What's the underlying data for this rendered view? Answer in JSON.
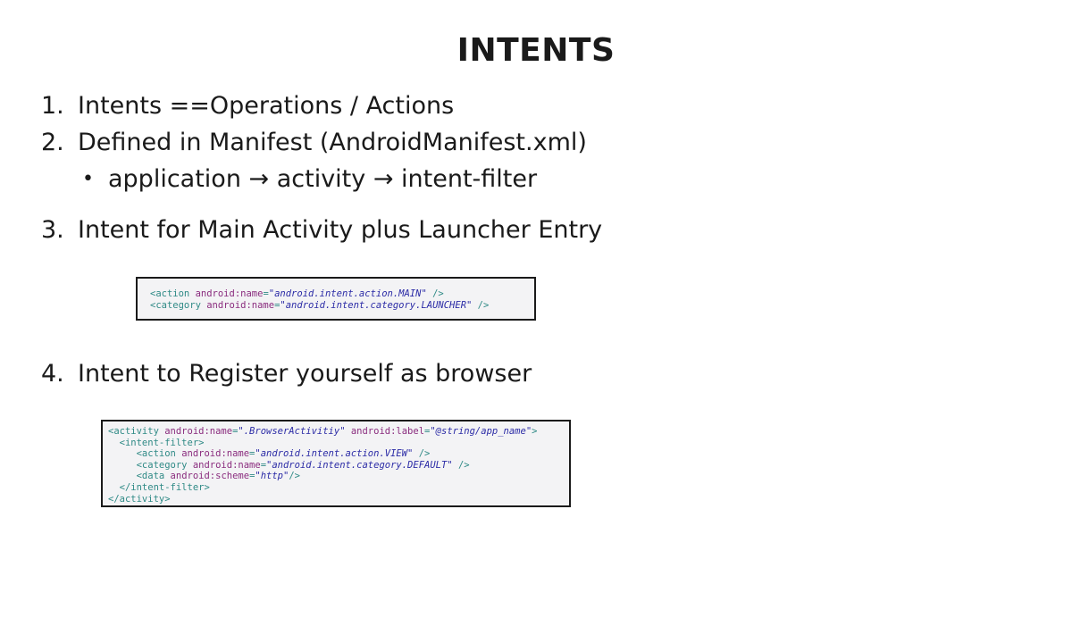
{
  "title": "INTENTS",
  "items": [
    {
      "num": "1.",
      "text": "Intents ==Operations / Actions"
    },
    {
      "num": "2.",
      "text": "Defined in Manifest (AndroidManifest.xml)"
    },
    {
      "num": "3.",
      "text": "Intent for Main Activity plus Launcher Entry"
    },
    {
      "num": "4.",
      "text": "Intent to Register yourself as browser"
    }
  ],
  "subitem": {
    "bullet": "•",
    "text": "application → activity → intent-filter"
  },
  "code_launcher": [
    [
      [
        "tag",
        "<action "
      ],
      [
        "attr",
        "android:name"
      ],
      [
        "tag",
        "="
      ],
      [
        "val",
        "\"android.intent.action.MAIN\""
      ],
      [
        "tag",
        " />"
      ]
    ],
    [
      [
        "tag",
        "<category "
      ],
      [
        "attr",
        "android:name"
      ],
      [
        "tag",
        "="
      ],
      [
        "val",
        "\"android.intent.category.LAUNCHER\""
      ],
      [
        "tag",
        " />"
      ]
    ]
  ],
  "code_browser": [
    [
      [
        "tag",
        "<activity "
      ],
      [
        "attr",
        "android:name"
      ],
      [
        "tag",
        "="
      ],
      [
        "val",
        "\".BrowserActivitiy\""
      ],
      [
        "tag",
        " "
      ],
      [
        "attr",
        "android:label"
      ],
      [
        "tag",
        "="
      ],
      [
        "val",
        "\"@string/app_name\""
      ],
      [
        "tag",
        ">"
      ]
    ],
    [
      [
        "tag",
        "  <intent-filter>"
      ]
    ],
    [
      [
        "tag",
        "     <action "
      ],
      [
        "attr",
        "android:name"
      ],
      [
        "tag",
        "="
      ],
      [
        "val",
        "\"android.intent.action.VIEW\""
      ],
      [
        "tag",
        " />"
      ]
    ],
    [
      [
        "tag",
        "     <category "
      ],
      [
        "attr",
        "android:name"
      ],
      [
        "tag",
        "="
      ],
      [
        "val",
        "\"android.intent.category.DEFAULT\""
      ],
      [
        "tag",
        " />"
      ]
    ],
    [
      [
        "tag",
        "     <data "
      ],
      [
        "attr",
        "android:scheme"
      ],
      [
        "tag",
        "="
      ],
      [
        "val",
        "\"http\""
      ],
      [
        "tag",
        "/>"
      ]
    ],
    [
      [
        "tag",
        "  </intent-filter>"
      ]
    ],
    [
      [
        "tag",
        "</activity>"
      ]
    ]
  ],
  "colors": {
    "tag": "#2f8a86",
    "attr": "#8a2c7e",
    "value": "#2b2ba6",
    "code_bg": "#f3f3f5"
  }
}
